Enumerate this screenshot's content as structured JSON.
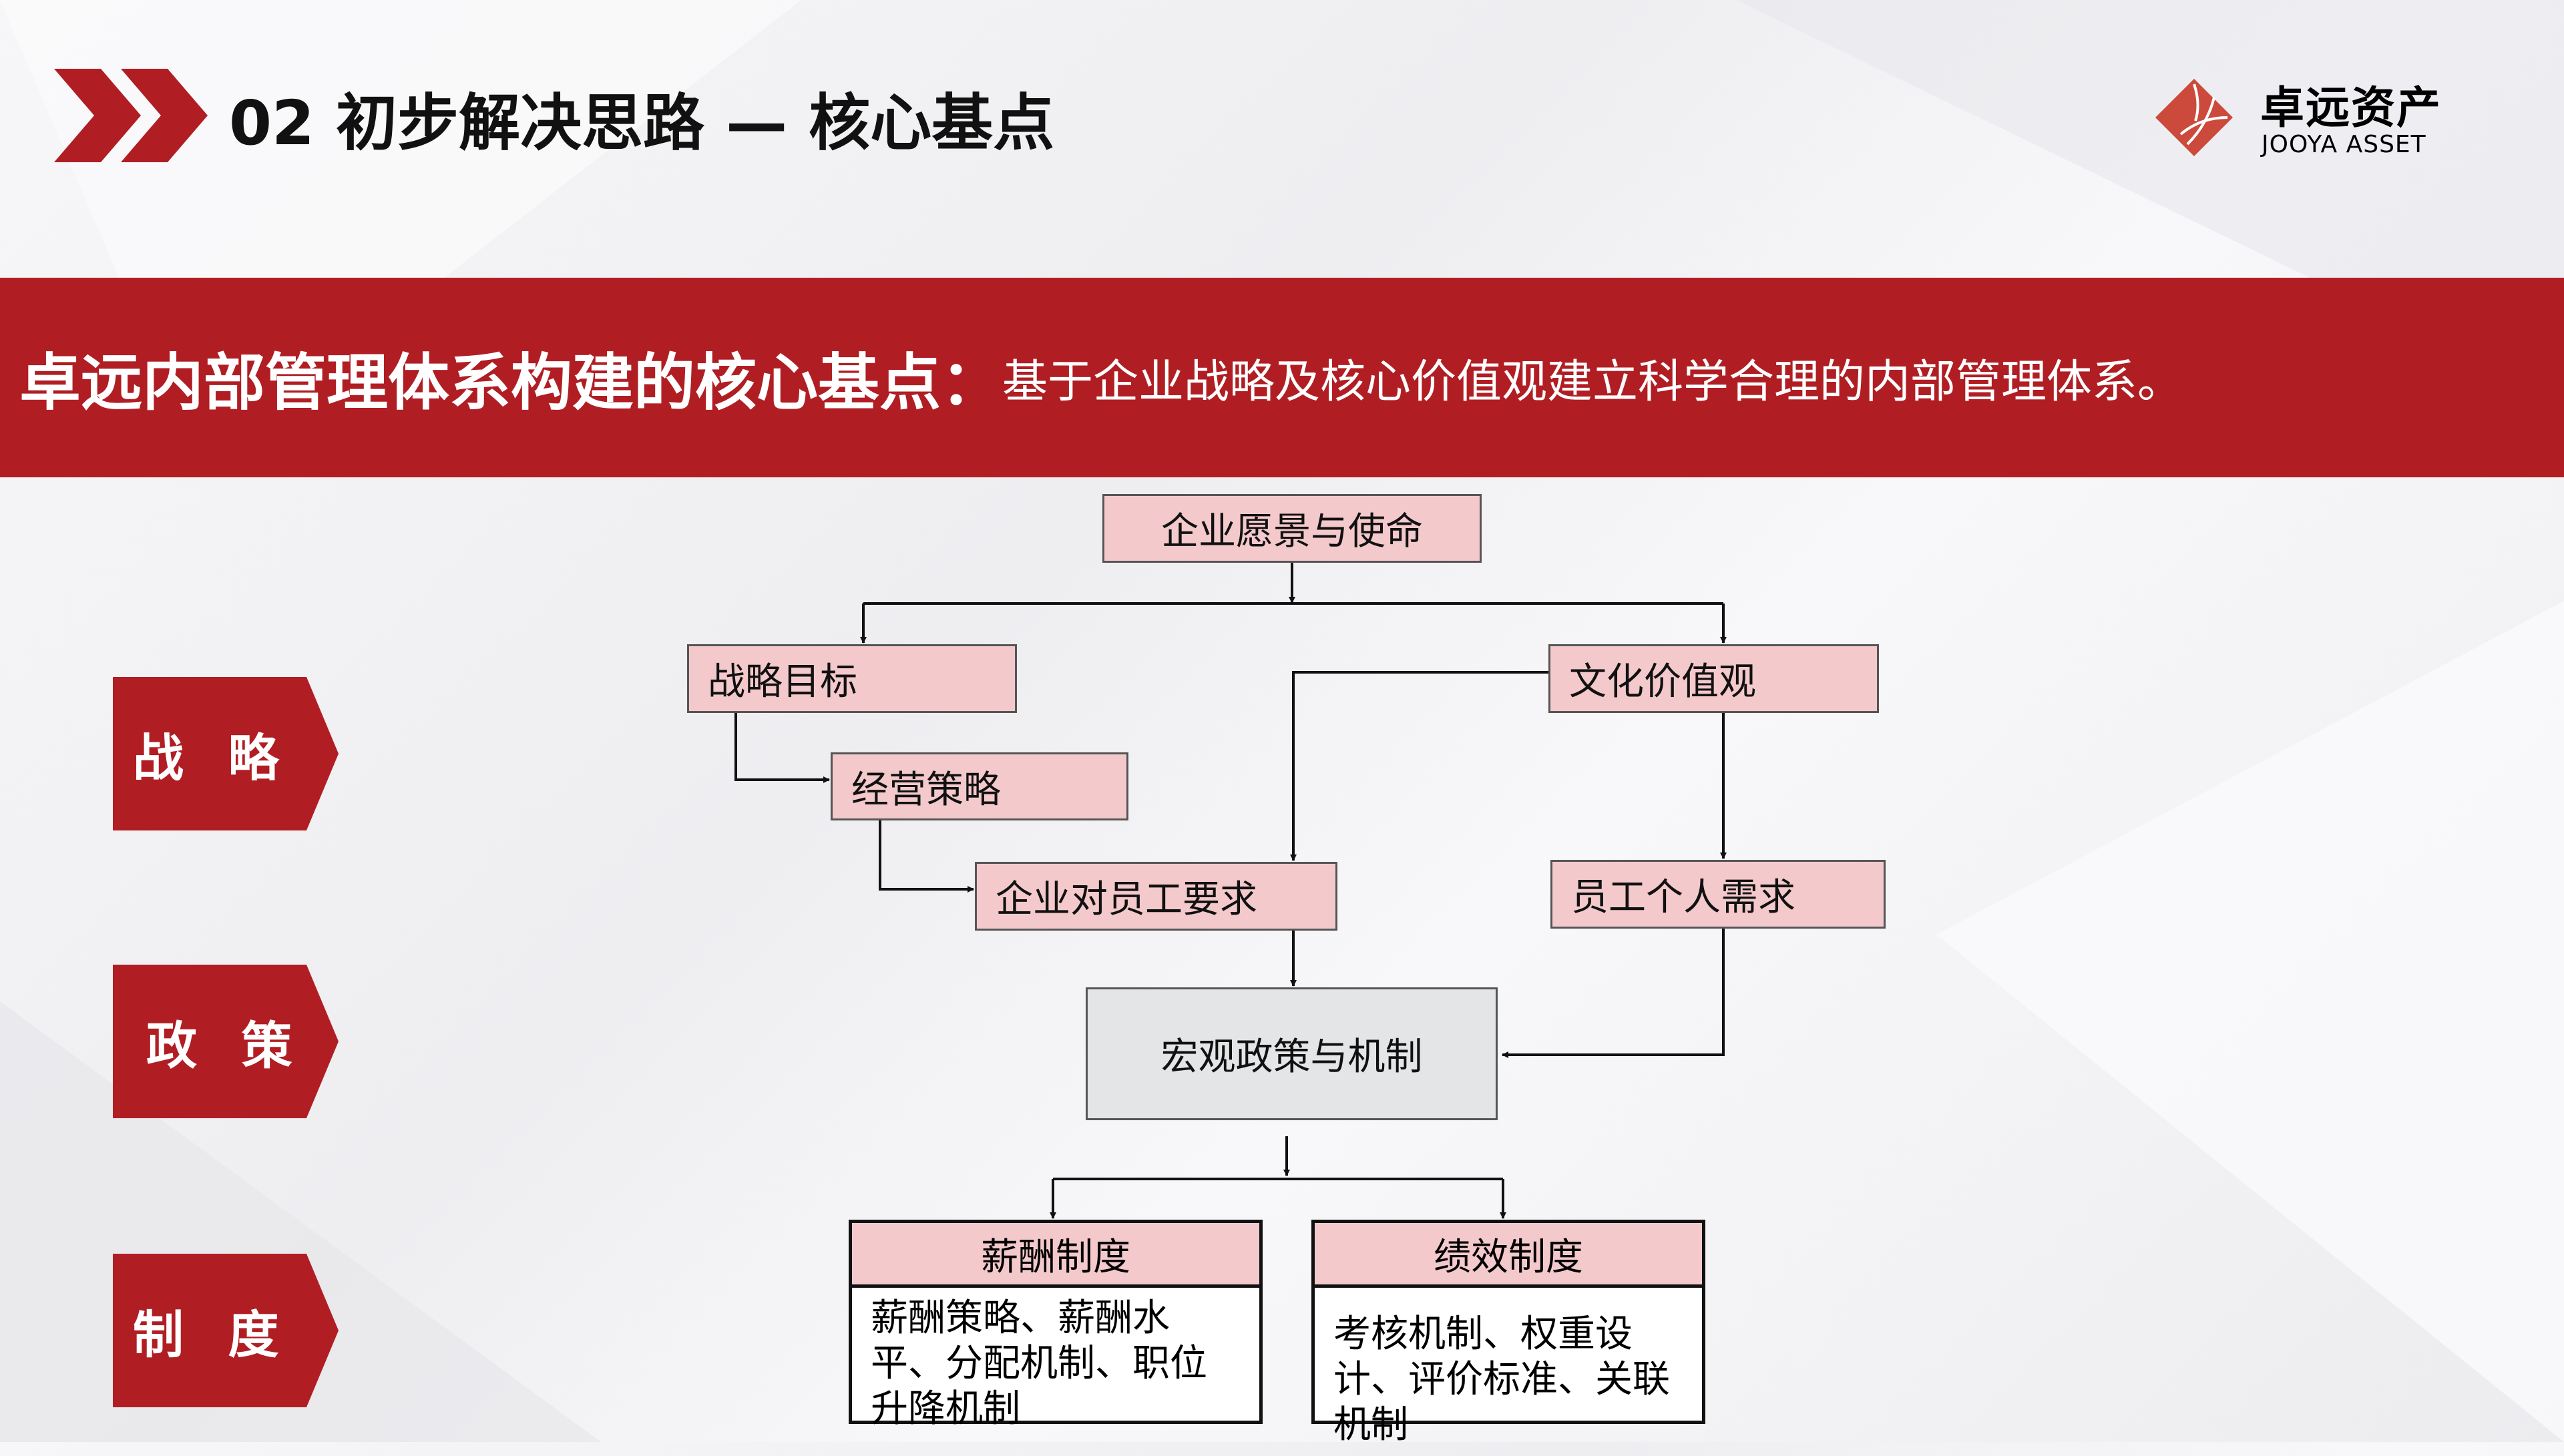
{
  "header": {
    "title": "02 初步解决思路 — 核心基点",
    "logo_cn": "卓远资产",
    "logo_en": "JOOYA ASSET"
  },
  "banner": {
    "bold": "卓远内部管理体系构建的核心基点：",
    "text": "基于企业战略及核心价值观建立科学合理的内部管理体系。"
  },
  "tags": [
    "战 略",
    "政 策",
    "制 度"
  ],
  "flow": {
    "vision": "企业愿景与使命",
    "goal": "战略目标",
    "culture": "文化价值观",
    "ops": "经营策略",
    "req": "企业对员工要求",
    "needs": "员工个人需求",
    "macro": "宏观政策与机制",
    "pay": {
      "title": "薪酬制度",
      "body": "薪酬策略、薪酬水平、分配机制、职位升降机制"
    },
    "perf": {
      "title": "绩效制度",
      "body": "考核机制、权重设计、评价标准、关联机制"
    }
  },
  "colors": {
    "accent": "#b01e24",
    "box": "#f4c9cc",
    "logo": "#cc4a3c"
  }
}
